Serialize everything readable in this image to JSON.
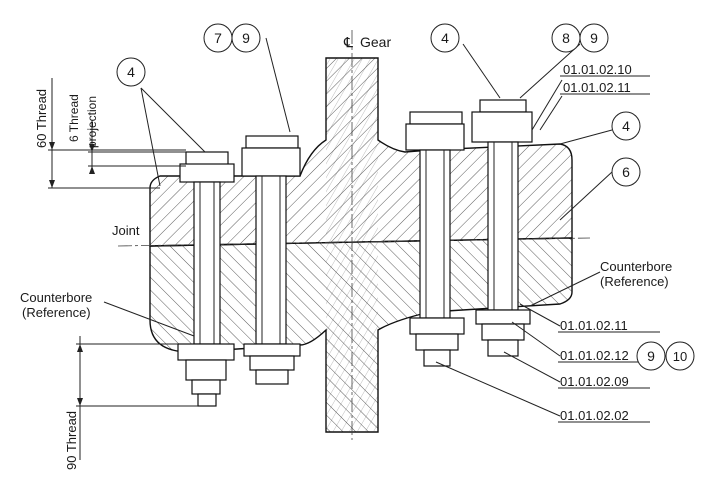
{
  "labels": {
    "gear_centerline": "Gear",
    "joint": "Joint",
    "thread_60": "60 Thread",
    "thread_6_line1": "6 Thread",
    "thread_6_line2": "projection",
    "thread_90": "90 Thread",
    "counterbore_left_line1": "Counterbore",
    "counterbore_left_line2": "(Reference)",
    "counterbore_right_line1": "Counterbore",
    "counterbore_right_line2": "(Reference)"
  },
  "balloons": {
    "b_left_4": "4",
    "b_7": "7",
    "b_9_top": "9",
    "b_right_4": "4",
    "b_8": "8",
    "b_9_right": "9",
    "b_far_4": "4",
    "b_6": "6",
    "b_9_low": "9",
    "b_10": "10"
  },
  "part_numbers": {
    "p_01_01_02_10": "01.01.02.10",
    "p_01_01_02_11_top": "01.01.02.11",
    "p_01_01_02_11_low": "01.01.02.11",
    "p_01_01_02_12": "01.01.02.12",
    "p_01_01_02_09": "01.01.02.09",
    "p_01_01_02_02": "01.01.02.02"
  }
}
